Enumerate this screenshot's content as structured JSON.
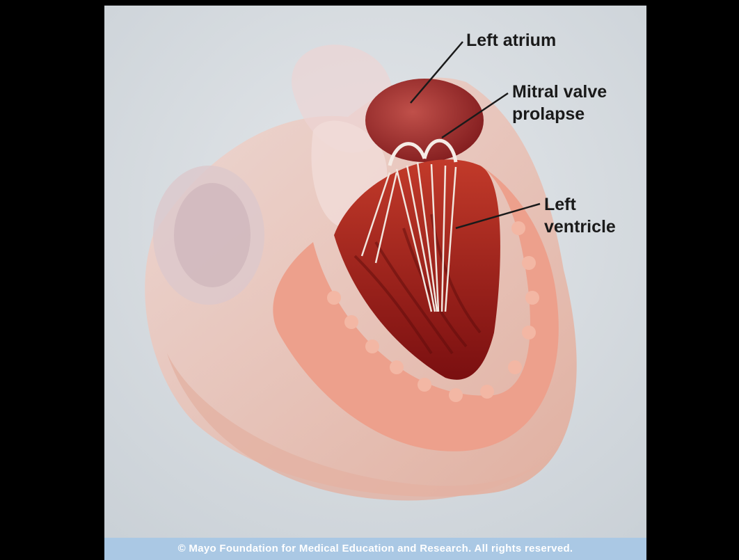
{
  "labels": {
    "left_atrium": "Left atrium",
    "mitral_line1": "Mitral valve",
    "mitral_line2": "prolapse",
    "left_line1": "Left",
    "left_line2": "ventricle"
  },
  "copyright": "© Mayo Foundation for Medical Education and Research.  All rights reserved.",
  "colors": {
    "background": "#000000",
    "panel": "#d8dde2",
    "muscle": "#e8a090",
    "chamber": "#9e1a1a",
    "copyright_bar": "#aac8e4"
  }
}
